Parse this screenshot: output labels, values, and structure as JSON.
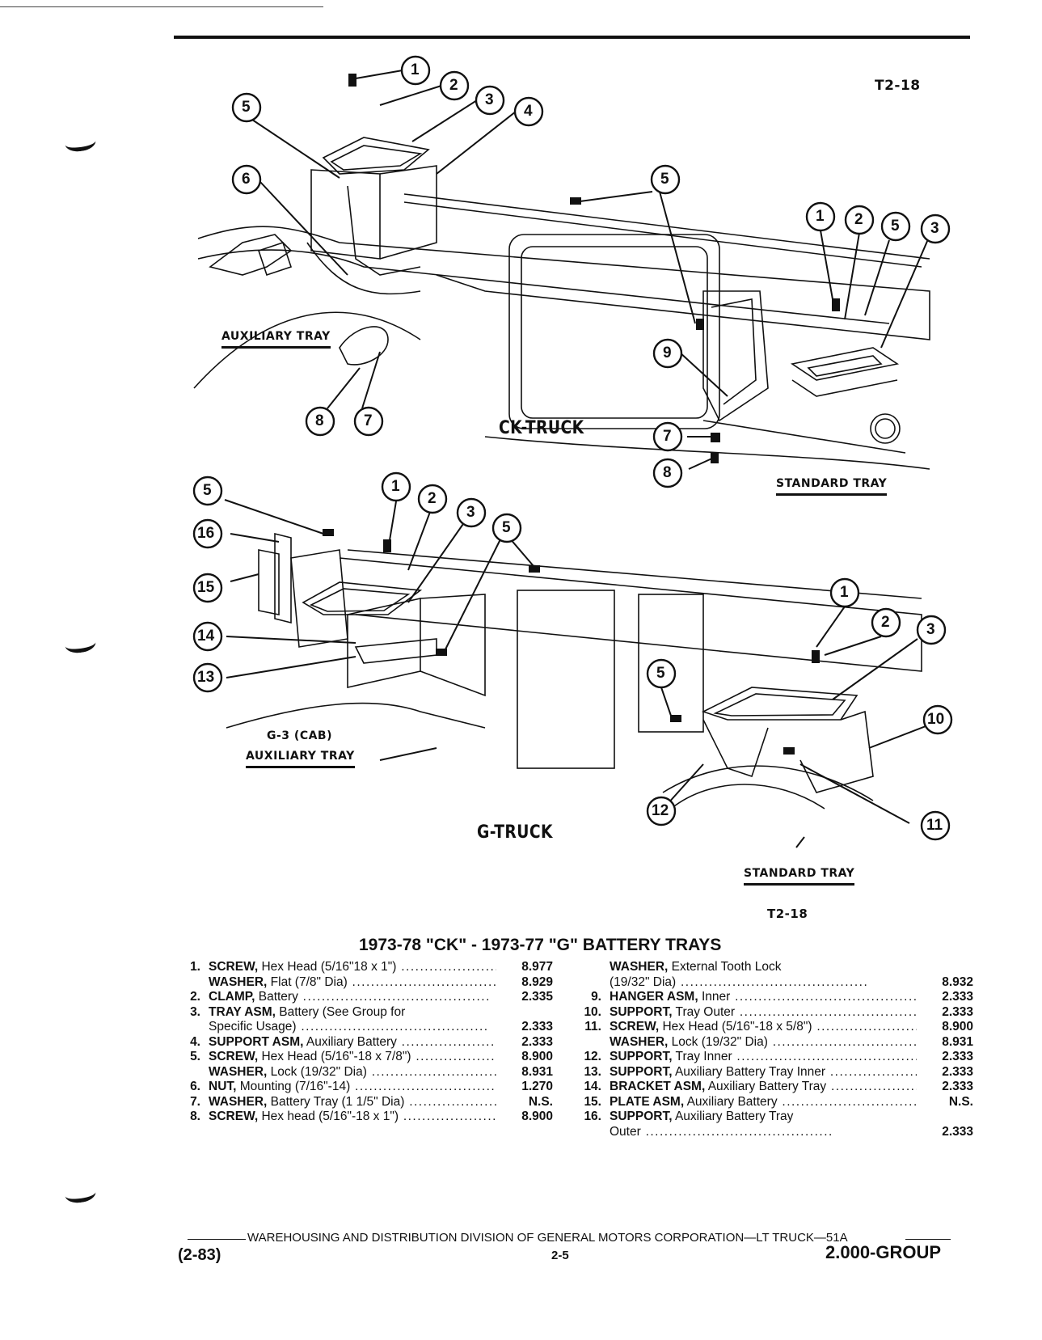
{
  "header": {
    "ref_top": "T2-18"
  },
  "diagram": {
    "ck_title": "CK-TRUCK",
    "g_title": "G-TRUCK",
    "aux_tray_label": "AUXILIARY TRAY",
    "standard_tray_label_1": "STANDARD TRAY",
    "g3_cab_label": "G-3 (CAB)",
    "g_aux_tray_label": "AUXILIARY TRAY",
    "standard_tray_label_2": "STANDARD TRAY",
    "ref_bottom": "T2-18",
    "callouts": {
      "ck_aux": [
        "1",
        "2",
        "3",
        "4",
        "5",
        "6",
        "8",
        "7"
      ],
      "ck_mid": [
        "5",
        "9",
        "7",
        "8"
      ],
      "ck_std": [
        "1",
        "2",
        "5",
        "3"
      ],
      "g_aux": [
        "5",
        "16",
        "15",
        "14",
        "13",
        "1",
        "2",
        "3",
        "5"
      ],
      "g_std": [
        "1",
        "2",
        "3",
        "5",
        "10",
        "11",
        "12"
      ]
    }
  },
  "parts_table": {
    "title": "1973-78 \"CK\" - 1973-77 \"G\" BATTERY TRAYS",
    "left": [
      {
        "num": "1.",
        "name": "SCREW,",
        "desc": "Hex Head (5/16\"18 x 1\")",
        "value": "8.977"
      },
      {
        "num": "",
        "name": "WASHER,",
        "desc": "Flat (7/8\" Dia)",
        "value": "8.929"
      },
      {
        "num": "2.",
        "name": "CLAMP,",
        "desc": "Battery",
        "value": "2.335"
      },
      {
        "num": "3.",
        "name": "TRAY ASM,",
        "desc": "Battery (See Group for",
        "value": ""
      },
      {
        "num": "",
        "name": "",
        "desc": "Specific Usage)",
        "value": "2.333"
      },
      {
        "num": "4.",
        "name": "SUPPORT ASM,",
        "desc": "Auxiliary Battery",
        "value": "2.333"
      },
      {
        "num": "5.",
        "name": "SCREW,",
        "desc": "Hex Head (5/16\"-18 x 7/8\")",
        "value": "8.900"
      },
      {
        "num": "",
        "name": "WASHER,",
        "desc": "Lock (19/32\" Dia)",
        "value": "8.931"
      },
      {
        "num": "6.",
        "name": "NUT,",
        "desc": "Mounting (7/16\"-14)",
        "value": "1.270"
      },
      {
        "num": "7.",
        "name": "WASHER,",
        "desc": "Battery Tray (1 1/5\" Dia)",
        "value": "N.S."
      },
      {
        "num": "8.",
        "name": "SCREW,",
        "desc": "Hex head (5/16\"-18 x 1\")",
        "value": "8.900"
      }
    ],
    "right": [
      {
        "num": "",
        "name": "WASHER,",
        "desc": "External Tooth Lock",
        "value": ""
      },
      {
        "num": "",
        "name": "",
        "desc": "(19/32\" Dia)",
        "value": "8.932"
      },
      {
        "num": "9.",
        "name": "HANGER ASM,",
        "desc": "Inner",
        "value": "2.333"
      },
      {
        "num": "10.",
        "name": "SUPPORT,",
        "desc": "Tray Outer",
        "value": "2.333"
      },
      {
        "num": "11.",
        "name": "SCREW,",
        "desc": "Hex Head (5/16\"-18 x 5/8\")",
        "value": "8.900"
      },
      {
        "num": "",
        "name": "WASHER,",
        "desc": "Lock (19/32\" Dia)",
        "value": "8.931"
      },
      {
        "num": "12.",
        "name": "SUPPORT,",
        "desc": "Tray Inner",
        "value": "2.333"
      },
      {
        "num": "13.",
        "name": "SUPPORT,",
        "desc": "Auxiliary Battery Tray Inner",
        "value": "2.333"
      },
      {
        "num": "14.",
        "name": "BRACKET ASM,",
        "desc": "Auxiliary Battery Tray",
        "value": "2.333"
      },
      {
        "num": "15.",
        "name": "PLATE ASM,",
        "desc": "Auxiliary Battery",
        "value": "N.S."
      },
      {
        "num": "16.",
        "name": "SUPPORT,",
        "desc": "Auxiliary Battery Tray",
        "value": ""
      },
      {
        "num": "",
        "name": "",
        "desc": "Outer",
        "value": "2.333"
      }
    ]
  },
  "footer": {
    "division_text": "WAREHOUSING AND DISTRIBUTION DIVISION OF GENERAL MOTORS CORPORATION—LT TRUCK—51A",
    "date": "(2-83)",
    "page": "2-5",
    "group": "2.000-GROUP"
  }
}
